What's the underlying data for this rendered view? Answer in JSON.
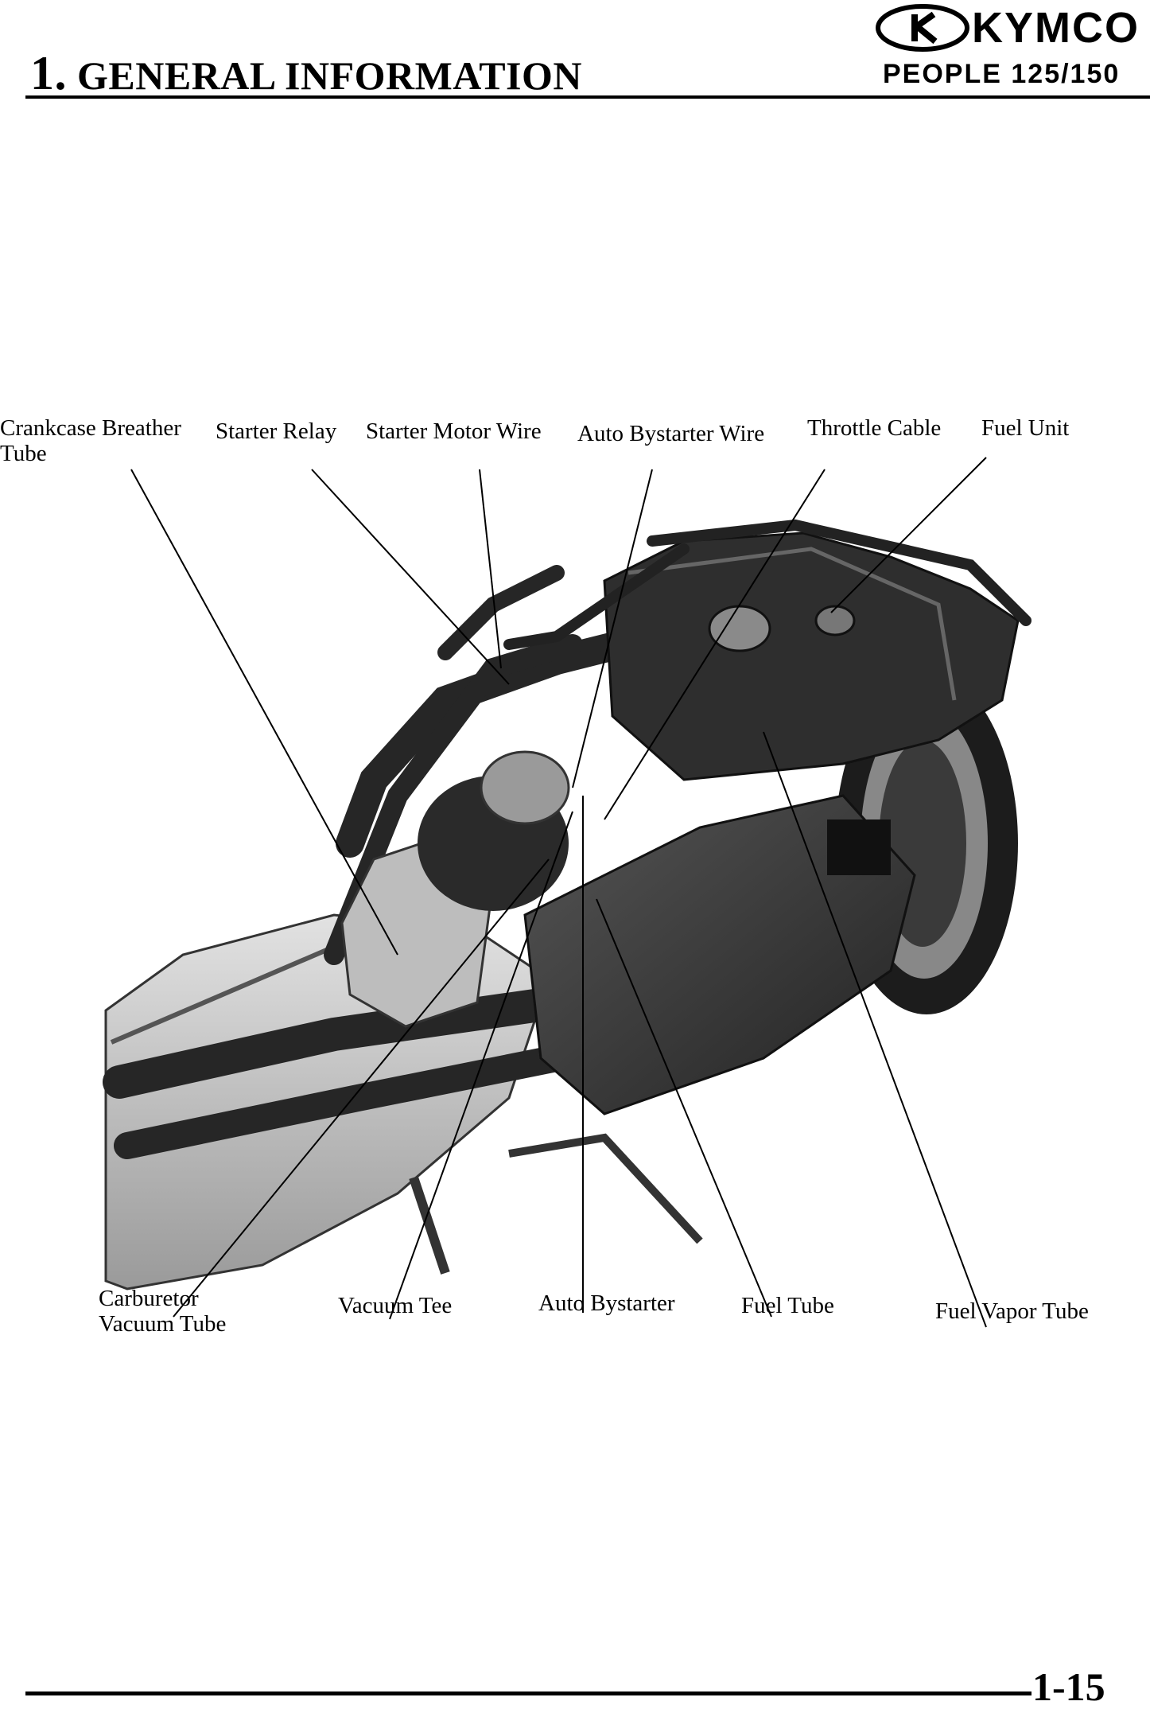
{
  "header": {
    "section_number": "1.",
    "section_title": "GENERAL INFORMATION",
    "brand": "KYMCO",
    "model": "PEOPLE 125/150"
  },
  "figure": {
    "top_callouts": {
      "crankcase_breather_1": "Crankcase Breather",
      "crankcase_breather_2": "Tube",
      "starter_relay": "Starter Relay",
      "starter_motor_wire": "Starter Motor Wire",
      "auto_bystarter_wire": "Auto Bystarter Wire",
      "throttle_cable": "Throttle Cable",
      "fuel_unit": "Fuel Unit"
    },
    "bottom_callouts": {
      "carburetor_vacuum_1": "Carburetor",
      "carburetor_vacuum_2": "Vacuum Tube",
      "vacuum_tee": "Vacuum Tee",
      "auto_bystarter": "Auto Bystarter",
      "fuel_tube": "Fuel Tube",
      "fuel_vapor_tube": "Fuel Vapor Tube"
    }
  },
  "footer": {
    "page_number": "1-15"
  }
}
